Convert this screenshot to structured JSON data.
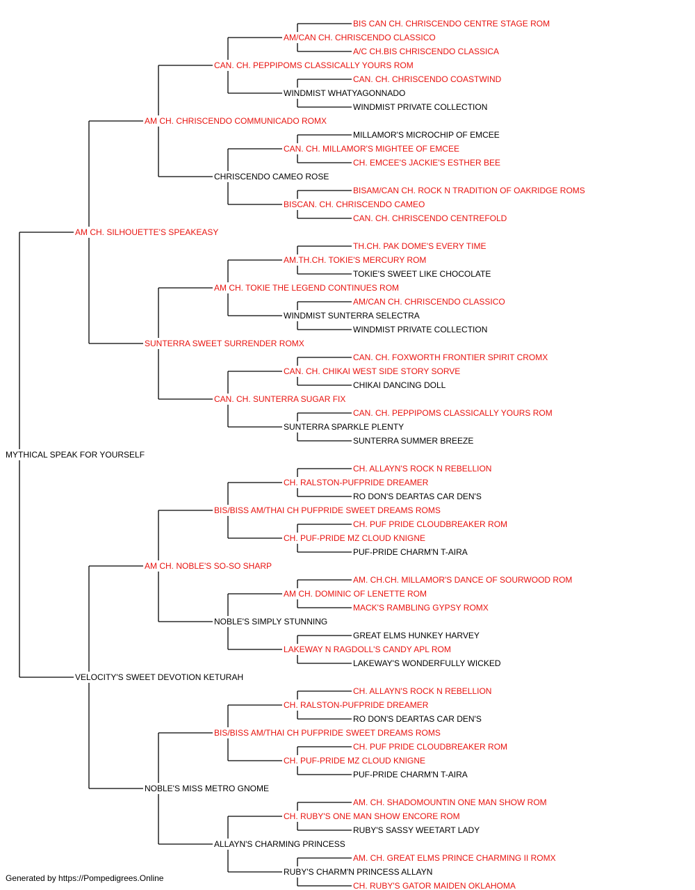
{
  "colors": {
    "champion": "#e8130f",
    "normal": "#000000",
    "line": "#000000"
  },
  "pedigree": {
    "name": "MYTHICAL SPEAK FOR YOURSELF",
    "champion": false,
    "sire": {
      "name": "AM CH. SILHOUETTE'S SPEAKEASY",
      "champion": true,
      "sire": {
        "name": "AM CH. CHRISCENDO COMMUNICADO ROMX",
        "champion": true,
        "sire": {
          "name": "CAN. CH. PEPPIPOMS CLASSICALLY YOURS ROM",
          "champion": true,
          "sire": {
            "name": "AM/CAN CH. CHRISCENDO CLASSICO",
            "champion": true,
            "sire": {
              "name": "BIS CAN CH. CHRISCENDO CENTRE STAGE ROM",
              "champion": true
            },
            "dam": {
              "name": "A/C CH.BIS CHRISCENDO CLASSICA",
              "champion": true
            }
          },
          "dam": {
            "name": "WINDMIST WHATYAGONNADO",
            "champion": false,
            "sire": {
              "name": "CAN. CH. CHRISCENDO COASTWIND",
              "champion": true
            },
            "dam": {
              "name": "WINDMIST PRIVATE COLLECTION",
              "champion": false
            }
          }
        },
        "dam": {
          "name": "CHRISCENDO CAMEO ROSE",
          "champion": false,
          "sire": {
            "name": "CAN. CH. MILLAMOR'S MIGHTEE OF EMCEE",
            "champion": true,
            "sire": {
              "name": "MILLAMOR'S MICROCHIP OF EMCEE",
              "champion": false
            },
            "dam": {
              "name": "CH. EMCEE'S JACKIE'S ESTHER BEE",
              "champion": true
            }
          },
          "dam": {
            "name": "BISCAN. CH. CHRISCENDO CAMEO",
            "champion": true,
            "sire": {
              "name": "BISAM/CAN CH. ROCK N TRADITION OF OAKRIDGE ROMS",
              "champion": true
            },
            "dam": {
              "name": "CAN. CH. CHRISCENDO CENTREFOLD",
              "champion": true
            }
          }
        }
      },
      "dam": {
        "name": "SUNTERRA SWEET SURRENDER ROMX",
        "champion": true,
        "sire": {
          "name": "AM CH. TOKIE THE LEGEND CONTINUES ROM",
          "champion": true,
          "sire": {
            "name": "AM.TH.CH. TOKIE'S MERCURY ROM",
            "champion": true,
            "sire": {
              "name": "TH.CH. PAK DOME'S EVERY TIME",
              "champion": true
            },
            "dam": {
              "name": "TOKIE'S SWEET LIKE CHOCOLATE",
              "champion": false
            }
          },
          "dam": {
            "name": "WINDMIST SUNTERRA SELECTRA",
            "champion": false,
            "sire": {
              "name": "AM/CAN CH. CHRISCENDO CLASSICO",
              "champion": true
            },
            "dam": {
              "name": "WINDMIST PRIVATE COLLECTION",
              "champion": false
            }
          }
        },
        "dam": {
          "name": "CAN. CH. SUNTERRA SUGAR FIX",
          "champion": true,
          "sire": {
            "name": "CAN. CH. CHIKAI WEST SIDE STORY SORVE",
            "champion": true,
            "sire": {
              "name": "CAN. CH. FOXWORTH FRONTIER SPIRIT CROMX",
              "champion": true
            },
            "dam": {
              "name": "CHIKAI DANCING DOLL",
              "champion": false
            }
          },
          "dam": {
            "name": "SUNTERRA SPARKLE PLENTY",
            "champion": false,
            "sire": {
              "name": "CAN. CH. PEPPIPOMS CLASSICALLY YOURS ROM",
              "champion": true
            },
            "dam": {
              "name": "SUNTERRA SUMMER BREEZE",
              "champion": false
            }
          }
        }
      }
    },
    "dam": {
      "name": "VELOCITY'S SWEET DEVOTION KETURAH",
      "champion": false,
      "sire": {
        "name": "AM CH. NOBLE'S SO-SO SHARP",
        "champion": true,
        "sire": {
          "name": "BIS/BISS AM/THAI CH PUFPRIDE SWEET DREAMS ROMS",
          "champion": true,
          "sire": {
            "name": "CH. RALSTON-PUFPRIDE DREAMER",
            "champion": true,
            "sire": {
              "name": "CH. ALLAYN'S ROCK N REBELLION",
              "champion": true
            },
            "dam": {
              "name": "RO DON'S DEARTAS CAR DEN'S",
              "champion": false
            }
          },
          "dam": {
            "name": "CH. PUF-PRIDE MZ CLOUD KNIGNE",
            "champion": true,
            "sire": {
              "name": "CH. PUF PRIDE CLOUDBREAKER ROM",
              "champion": true
            },
            "dam": {
              "name": "PUF-PRIDE CHARM'N T-AIRA",
              "champion": false
            }
          }
        },
        "dam": {
          "name": "NOBLE'S SIMPLY STUNNING",
          "champion": false,
          "sire": {
            "name": "AM CH. DOMINIC OF LENETTE ROM",
            "champion": true,
            "sire": {
              "name": "AM. CH.CH. MILLAMOR'S DANCE OF SOURWOOD ROM",
              "champion": true
            },
            "dam": {
              "name": "MACK'S RAMBLING GYPSY ROMX",
              "champion": true
            }
          },
          "dam": {
            "name": "LAKEWAY N RAGDOLL'S CANDY APL ROM",
            "champion": true,
            "sire": {
              "name": "GREAT ELMS HUNKEY HARVEY",
              "champion": false
            },
            "dam": {
              "name": "LAKEWAY'S WONDERFULLY WICKED",
              "champion": false
            }
          }
        }
      },
      "dam": {
        "name": "NOBLE'S MISS METRO GNOME",
        "champion": false,
        "sire": {
          "name": "BIS/BISS AM/THAI CH PUFPRIDE SWEET DREAMS ROMS",
          "champion": true,
          "sire": {
            "name": "CH. RALSTON-PUFPRIDE DREAMER",
            "champion": true,
            "sire": {
              "name": "CH. ALLAYN'S ROCK N REBELLION",
              "champion": true
            },
            "dam": {
              "name": "RO DON'S DEARTAS CAR DEN'S",
              "champion": false
            }
          },
          "dam": {
            "name": "CH. PUF-PRIDE MZ CLOUD KNIGNE",
            "champion": true,
            "sire": {
              "name": "CH. PUF PRIDE CLOUDBREAKER ROM",
              "champion": true
            },
            "dam": {
              "name": "PUF-PRIDE CHARM'N T-AIRA",
              "champion": false
            }
          }
        },
        "dam": {
          "name": "ALLAYN'S CHARMING PRINCESS",
          "champion": false,
          "sire": {
            "name": "CH. RUBY'S ONE MAN SHOW ENCORE ROM",
            "champion": true,
            "sire": {
              "name": "AM. CH. SHADOMOUNTIN ONE MAN SHOW ROM",
              "champion": true
            },
            "dam": {
              "name": "RUBY'S SASSY WEETART LADY",
              "champion": false
            }
          },
          "dam": {
            "name": "RUBY'S CHARM'N PRINCESS ALLAYN",
            "champion": false,
            "sire": {
              "name": "AM. CH. GREAT ELMS PRINCE CHARMING II ROMX",
              "champion": true
            },
            "dam": {
              "name": "CH. RUBY'S GATOR MAIDEN OKLAHOMA",
              "champion": true
            }
          }
        }
      }
    }
  },
  "footer": "Generated by https://Pompedigrees.Online"
}
